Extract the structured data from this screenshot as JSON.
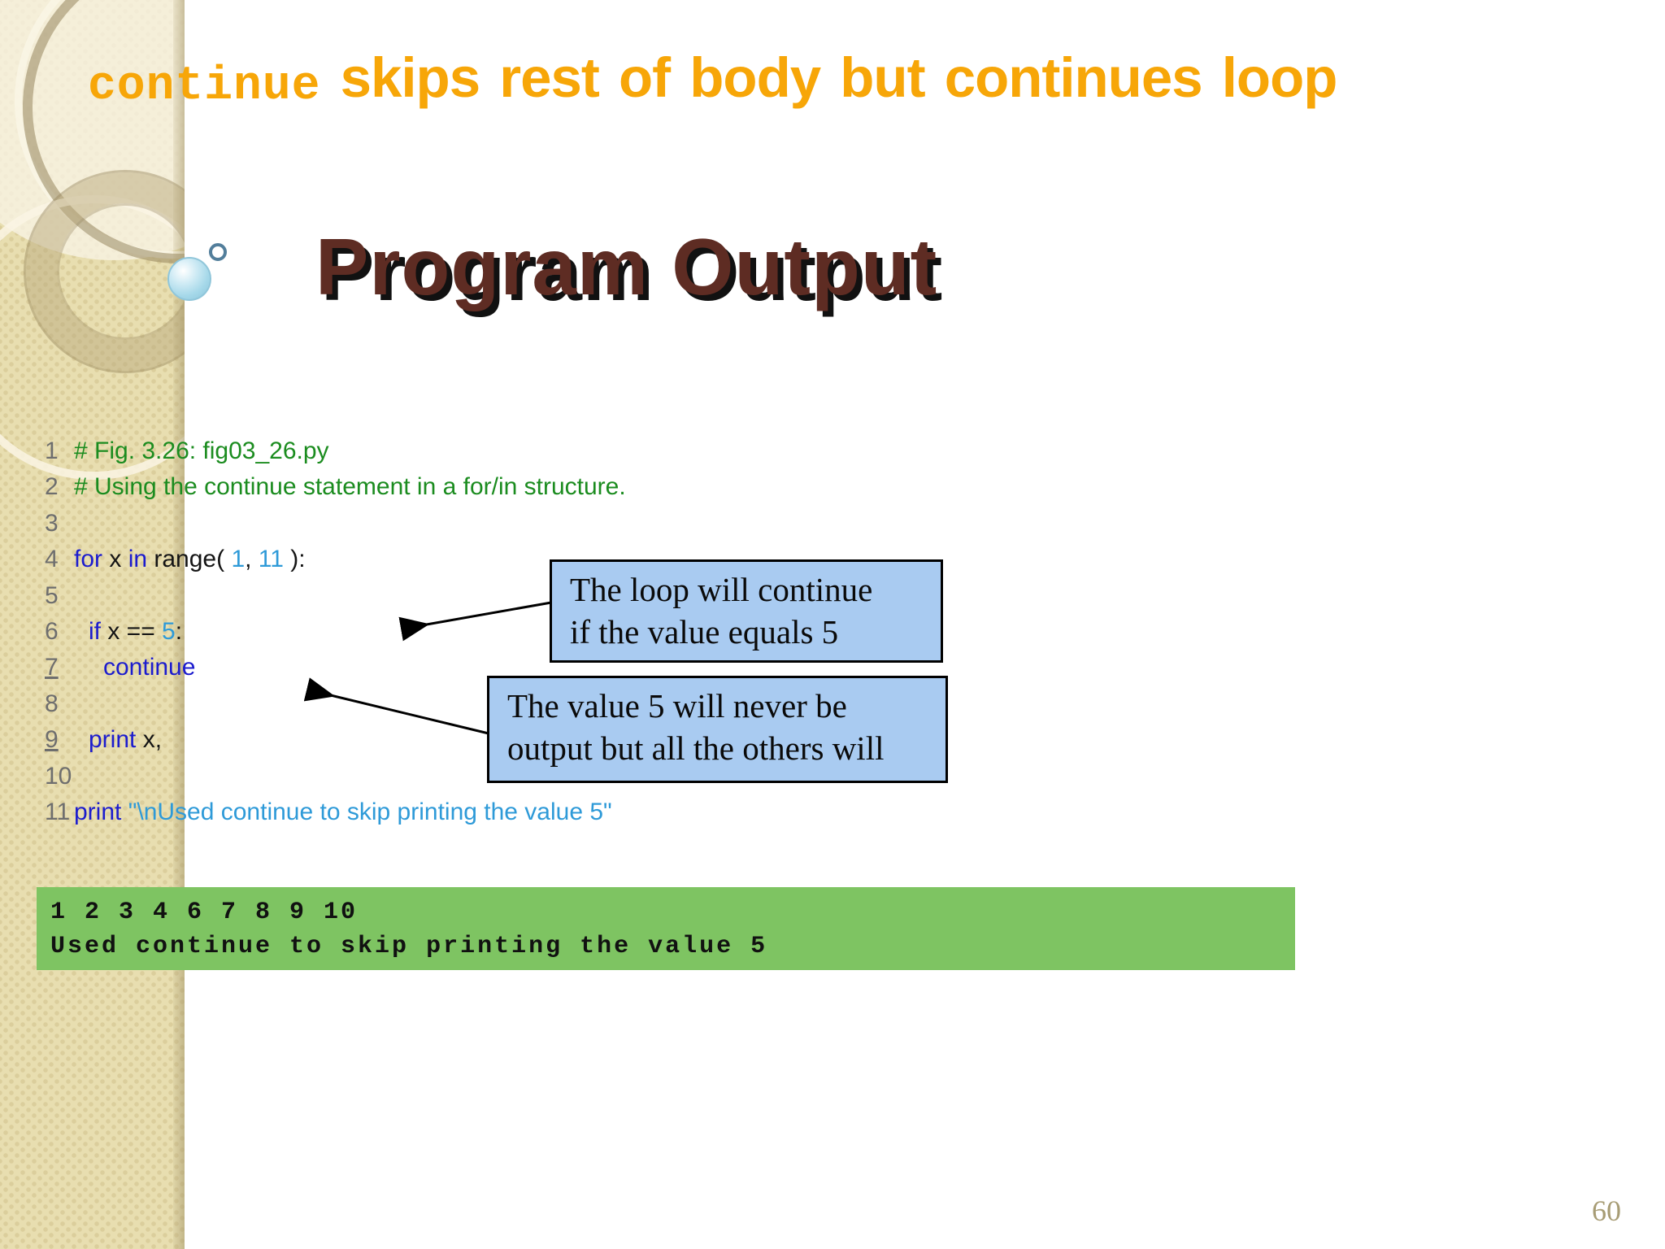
{
  "slide": {
    "title_code_part": "continue",
    "title_rest_part": " skips rest of body but continues loop",
    "heading": "Program Output",
    "page_number": "60"
  },
  "code": {
    "lines": [
      {
        "num": "1",
        "underline": false,
        "indent": 0,
        "tokens": [
          {
            "text": "# Fig. 3.26: fig03_26.py",
            "type": "cmt"
          }
        ]
      },
      {
        "num": "2",
        "underline": false,
        "indent": 0,
        "tokens": [
          {
            "text": "# Using the continue statement in a for/in structure.",
            "type": "cmt"
          }
        ]
      },
      {
        "num": "3",
        "underline": false,
        "indent": 0,
        "tokens": []
      },
      {
        "num": "4",
        "underline": false,
        "indent": 0,
        "tokens": [
          {
            "text": "for",
            "type": "kw"
          },
          {
            "text": " x ",
            "type": "pl"
          },
          {
            "text": "in",
            "type": "kw"
          },
          {
            "text": " range( ",
            "type": "pl"
          },
          {
            "text": "1",
            "type": "num"
          },
          {
            "text": ", ",
            "type": "pl"
          },
          {
            "text": "11",
            "type": "num"
          },
          {
            "text": " ):",
            "type": "pl"
          }
        ]
      },
      {
        "num": "5",
        "underline": false,
        "indent": 0,
        "tokens": []
      },
      {
        "num": "6",
        "underline": false,
        "indent": 1,
        "tokens": [
          {
            "text": "if",
            "type": "kw"
          },
          {
            "text": " x == ",
            "type": "pl"
          },
          {
            "text": "5",
            "type": "num"
          },
          {
            "text": ":",
            "type": "pl"
          }
        ]
      },
      {
        "num": "7",
        "underline": true,
        "indent": 2,
        "tokens": [
          {
            "text": "continue",
            "type": "kw"
          }
        ]
      },
      {
        "num": "8",
        "underline": false,
        "indent": 0,
        "tokens": []
      },
      {
        "num": "9",
        "underline": true,
        "indent": 1,
        "tokens": [
          {
            "text": "print",
            "type": "kw"
          },
          {
            "text": " x,",
            "type": "pl"
          }
        ]
      },
      {
        "num": "10",
        "underline": false,
        "indent": 0,
        "tokens": []
      },
      {
        "num": "11",
        "underline": false,
        "indent": 0,
        "tokens": [
          {
            "text": "print",
            "type": "kw"
          },
          {
            "text": " ",
            "type": "pl"
          },
          {
            "text": "\"\\nUsed continue to skip printing the value 5\"",
            "type": "str"
          }
        ]
      }
    ]
  },
  "callouts": [
    {
      "lines": [
        "The loop will continue",
        "if the value equals 5"
      ]
    },
    {
      "lines": [
        "The value 5 will never be",
        "output but all the others will"
      ]
    }
  ],
  "output_box": {
    "lines": [
      "1 2 3 4 6 7 8 9 10",
      "Used continue to skip printing the value 5"
    ]
  },
  "colors": {
    "title_orange": "#F7A608",
    "heading_maroon": "#5E2C23",
    "keyword_blue": "#1C1CCE",
    "number_string_cyan": "#2E9AD8",
    "comment_green": "#1B8C1F",
    "line_number_gray": "#6E6E6E",
    "callout_fill": "#A9CBF1",
    "output_green": "#7EC462",
    "sidebar_tan": "#E8DEB0",
    "page_number_tan": "#A79C74"
  }
}
